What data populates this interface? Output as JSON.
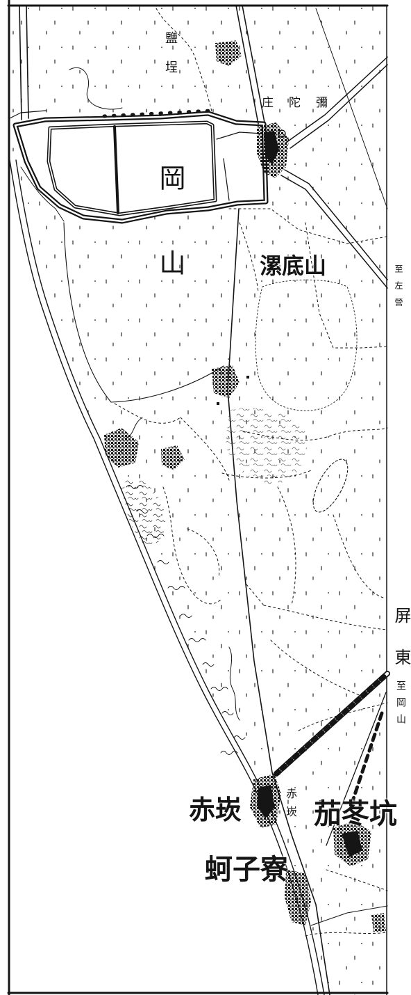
{
  "colors": {
    "ink": "#151515",
    "paper": "#ffffff"
  },
  "place_labels": {
    "loudishan": "漯底山",
    "chikan": "赤崁",
    "jiadongkeng": "茄苳坑",
    "keziliao": "蚵子寮"
  },
  "map_text": {
    "yancheng": "鹽埕",
    "mituozhuang": "庄陀彌",
    "gangshan": "岡山",
    "chikan_small": "赤崁",
    "to_zuoying": "至左營",
    "pingdong": "屏東",
    "to_gangshan": "至岡山"
  }
}
